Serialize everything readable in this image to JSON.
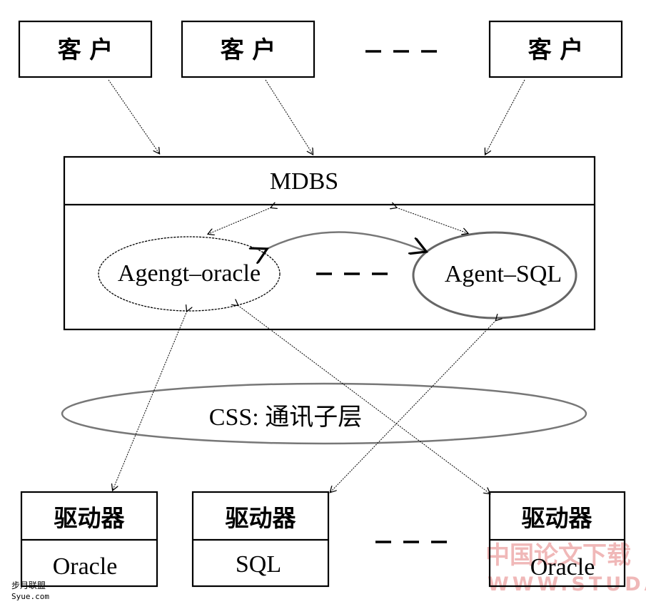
{
  "clients": {
    "label": "客 户",
    "ellipsis": "– – –"
  },
  "mdbs": {
    "title": "MDBS"
  },
  "agents": {
    "oracle": "Agengt–oracle",
    "sql": "Agent–SQL",
    "ellipsis": "– – –"
  },
  "css_layer": {
    "label": "CSS: 通讯子层"
  },
  "drivers": [
    {
      "header": "驱动器",
      "db": "Oracle"
    },
    {
      "header": "驱动器",
      "db": "SQL"
    },
    {
      "header": "驱动器",
      "db": "Oracle"
    }
  ],
  "drivers_ellipsis": "– – –",
  "watermarks": {
    "right_cn": "中国论文下载",
    "right_en": "WWW.STUDA.",
    "left_cn": "步月联盟",
    "left_en": "Syue.com"
  }
}
